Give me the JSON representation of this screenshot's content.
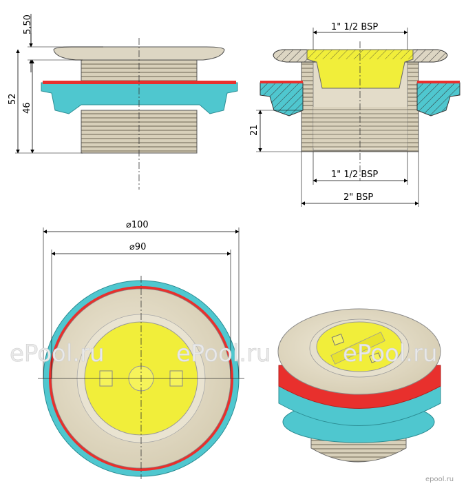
{
  "dimensions": {
    "flange_height": "5,50",
    "total_height": "52",
    "body_height": "46",
    "inner_thread_top": "1\" 1/2 BSP",
    "inner_thread_bottom": "1\" 1/2 BSP",
    "outer_thread": "2\" BSP",
    "thread_length": "21",
    "outer_diameter": "⌀100",
    "inner_diameter": "⌀90"
  },
  "watermarks": [
    "ePool.ru",
    "ePool.ru",
    "ePool.ru"
  ],
  "logo": "epool.ru",
  "colors": {
    "beige": "#ddd6c3",
    "yellow": "#f1ee3a",
    "cyan": "#4fc7cf",
    "red": "#e8302d",
    "line": "#3a3a3a"
  }
}
